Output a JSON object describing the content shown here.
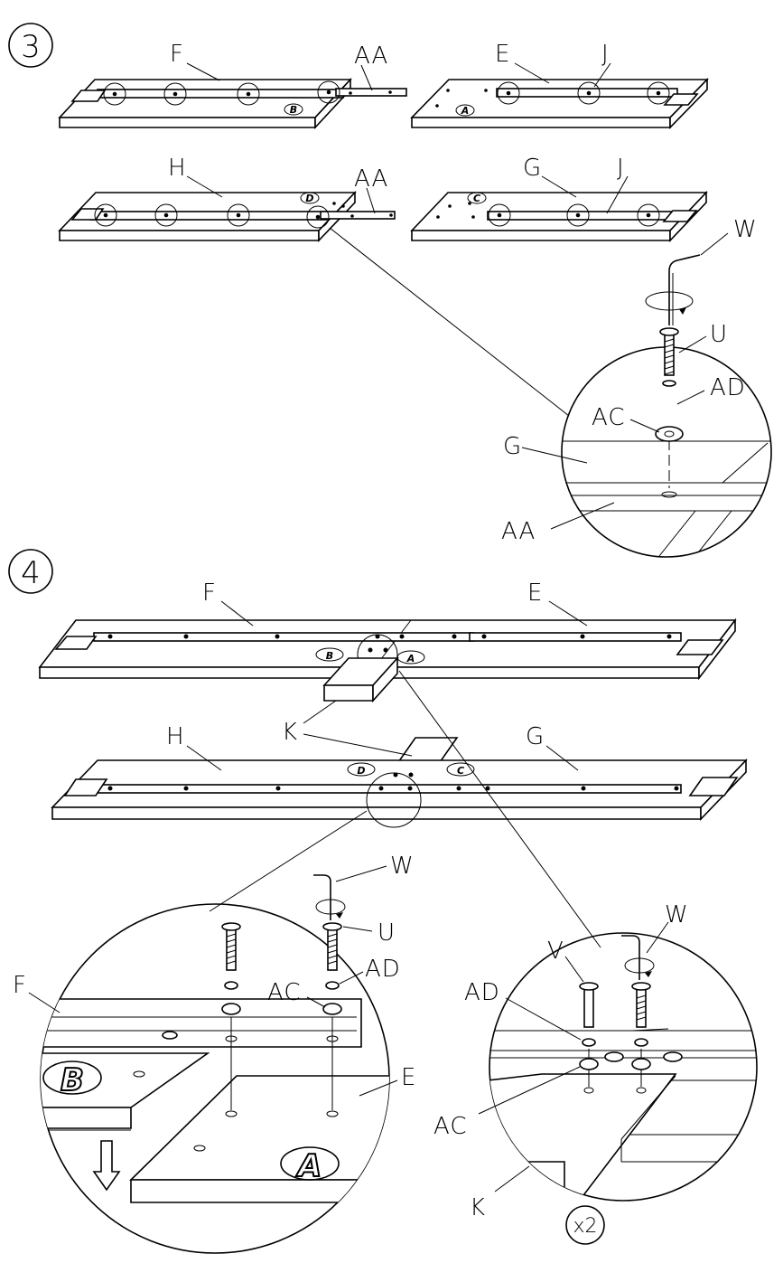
{
  "steps": [
    {
      "number": "3",
      "boards": [
        {
          "label": "F",
          "rail_label": "AA",
          "mark": "B"
        },
        {
          "label": "E",
          "rail_label": "J",
          "mark": "A"
        },
        {
          "label": "H",
          "rail_label": "AA",
          "mark": "D"
        },
        {
          "label": "G",
          "rail_label": "J",
          "mark": "C"
        }
      ],
      "detail": {
        "tool": "W",
        "screw": "U",
        "lock_washer": "AD",
        "washer": "AC",
        "board": "G",
        "rail": "AA"
      }
    },
    {
      "number": "4",
      "boards": [
        {
          "label": "F",
          "mark": "B"
        },
        {
          "label": "E",
          "mark": "A"
        },
        {
          "label": "H",
          "mark": "D"
        },
        {
          "label": "G",
          "mark": "C"
        }
      ],
      "connector": "K",
      "detail_left": {
        "tool": "W",
        "screw": "U",
        "lock_washer": "AD",
        "washer": "AC",
        "board_top": "F",
        "board_bottom": "E",
        "mark_top": "B",
        "mark_bottom": "A"
      },
      "detail_right": {
        "tool": "W",
        "bolt": "V",
        "lock_washer": "AD",
        "washer": "AC",
        "connector": "K",
        "multiplier": "x2"
      }
    }
  ]
}
